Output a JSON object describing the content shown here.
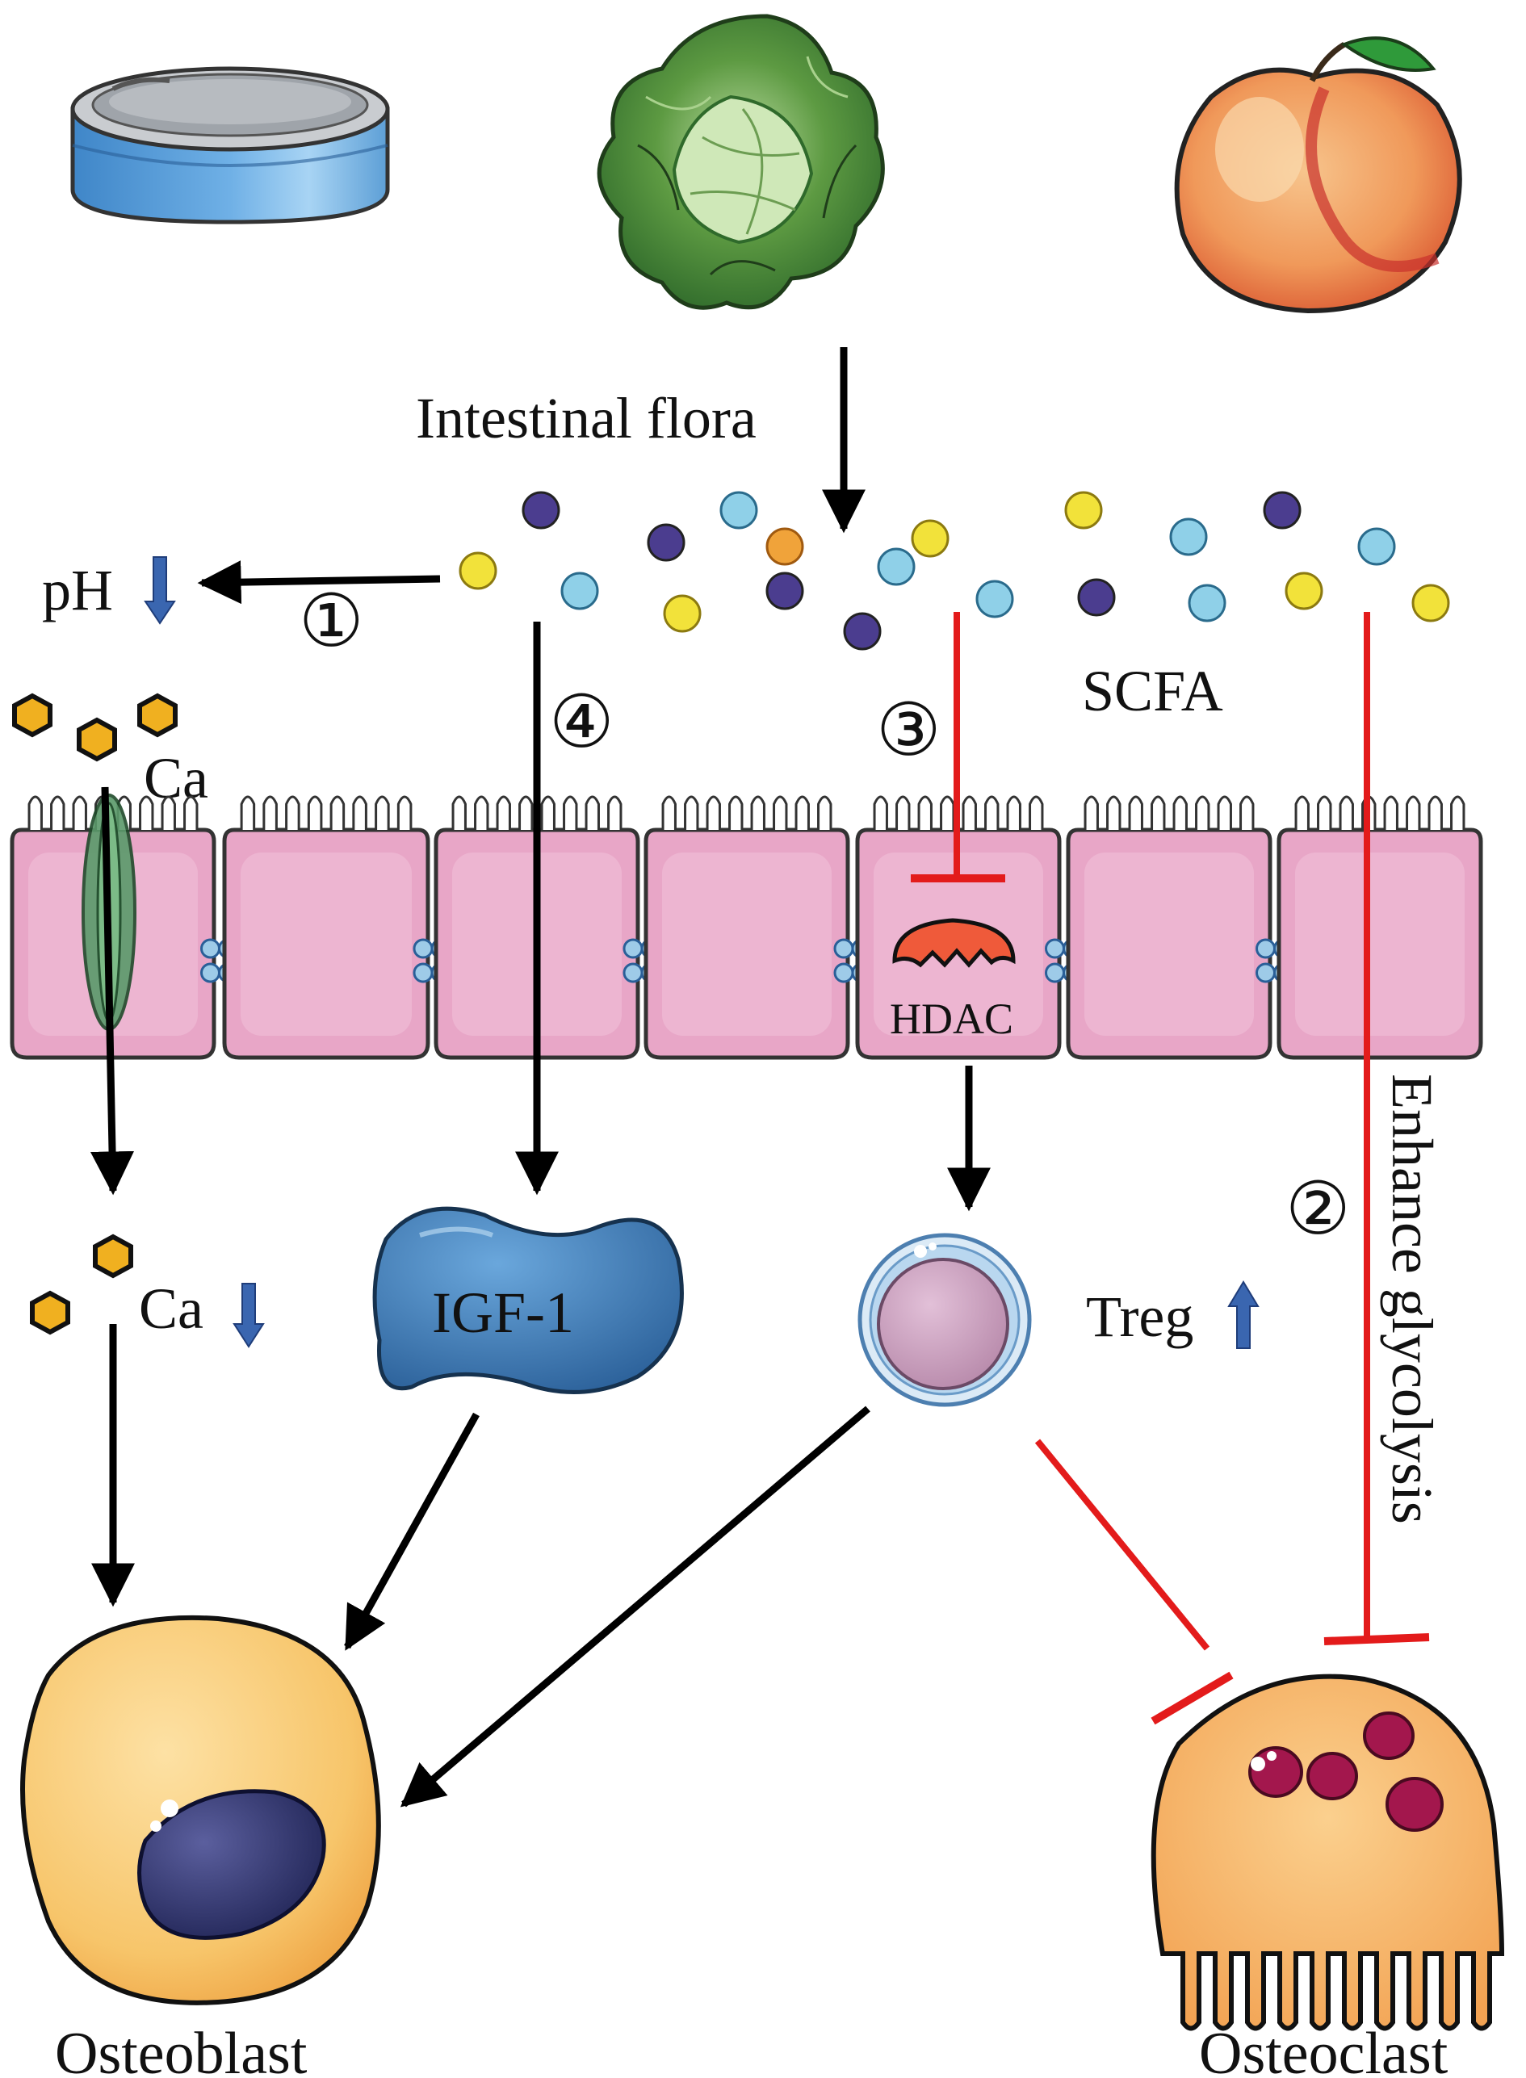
{
  "labels": {
    "intestinal_flora": "Intestinal flora",
    "ph": "pH",
    "scfa": "SCFA",
    "ca_top": "Ca",
    "ca_bottom": "Ca",
    "hdac": "HDAC",
    "igf1": "IGF-1",
    "treg": "Treg",
    "enhance_glycolysis": "Enhance glycolysis",
    "osteoblast": "Osteoblast",
    "osteoclast": "Osteoclast"
  },
  "pathways": {
    "one": "①",
    "two": "②",
    "three": "③",
    "four": "④"
  },
  "colors": {
    "arrow": "#000000",
    "inhibition": "#e31b1b",
    "trend_arrow": "#3a66b0",
    "cell_pink": "#e8a6c7",
    "osteoblast": "#f7c56a",
    "osteoclast": "#f5b667",
    "igf1": "#3b79b8",
    "treg": "#a8cde8"
  },
  "icons": {
    "can": "tin-can-icon",
    "cabbage": "cabbage-icon",
    "peach": "peach-icon",
    "trend_down": "down-arrow-icon",
    "trend_up": "up-arrow-icon"
  }
}
